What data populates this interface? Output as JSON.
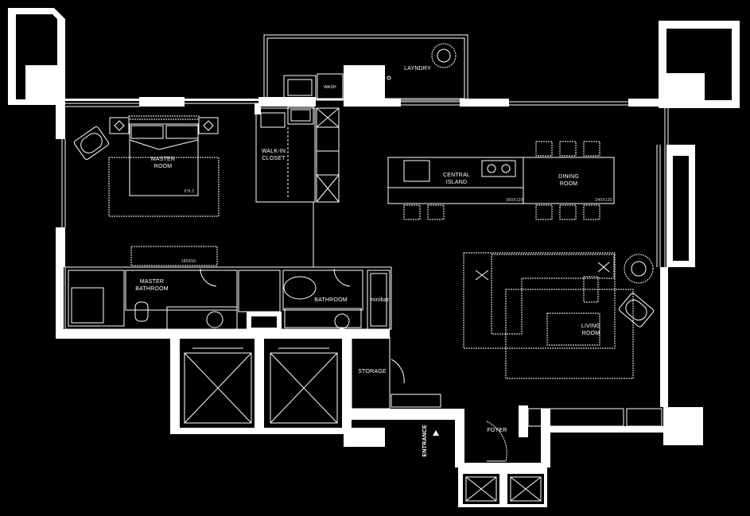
{
  "rooms": {
    "laundry": "LAYNDRY",
    "wash": "WASH",
    "master_room": "MASTER\nROOM",
    "walk_in_closet": "WALK-IN\nCLOSET",
    "central_island": "CENTRAL\nISLAND",
    "dining_room": "DINING\nROOM",
    "master_bathroom": "MASTER\nBATHROOM",
    "bathroom": "BATHROOM",
    "minibar": "minibar",
    "living_room": "LIVING\nROOM",
    "storage": "STORAGE",
    "foyer": "FOYER",
    "entrance": "ENTRANCE"
  },
  "dimensions": {
    "bed": "6*6.2",
    "desk": "180X50",
    "island": "360X120",
    "dining_table": "240X120"
  }
}
